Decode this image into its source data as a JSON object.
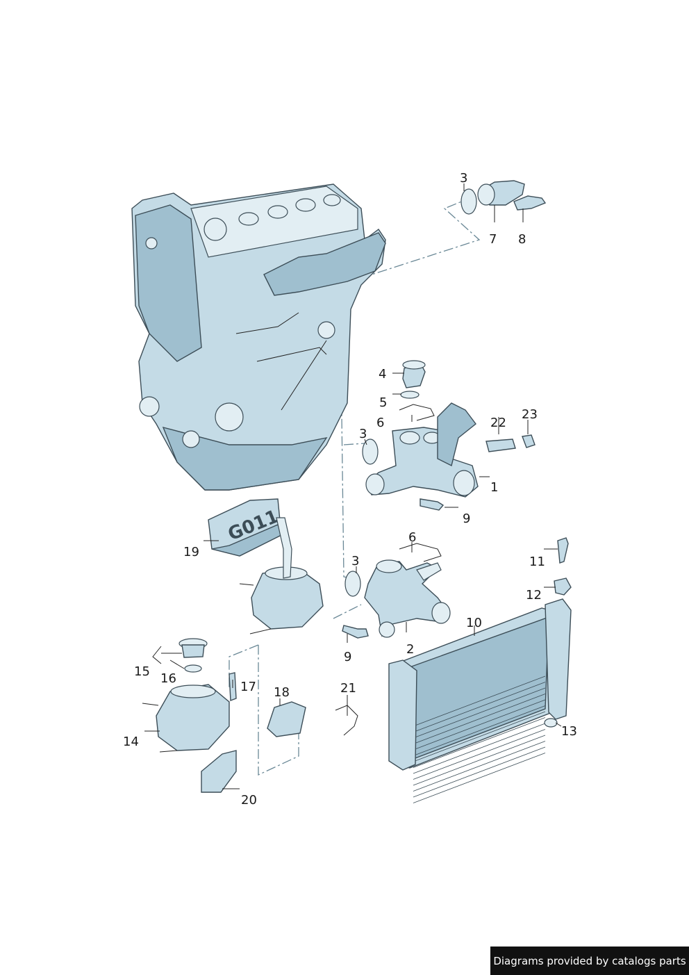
{
  "callouts": [
    {
      "id": "c1",
      "text": "1"
    },
    {
      "id": "c2",
      "text": "2"
    },
    {
      "id": "c3a",
      "text": "3"
    },
    {
      "id": "c3b",
      "text": "3"
    },
    {
      "id": "c3c",
      "text": "3"
    },
    {
      "id": "c4",
      "text": "4"
    },
    {
      "id": "c5",
      "text": "5"
    },
    {
      "id": "c6a",
      "text": "6"
    },
    {
      "id": "c6b",
      "text": "6"
    },
    {
      "id": "c7",
      "text": "7"
    },
    {
      "id": "c8",
      "text": "8"
    },
    {
      "id": "c9a",
      "text": "9"
    },
    {
      "id": "c9b",
      "text": "9"
    },
    {
      "id": "c10",
      "text": "10"
    },
    {
      "id": "c11",
      "text": "11"
    },
    {
      "id": "c12",
      "text": "12"
    },
    {
      "id": "c13",
      "text": "13"
    },
    {
      "id": "c14",
      "text": "14"
    },
    {
      "id": "c15",
      "text": "15"
    },
    {
      "id": "c16",
      "text": "16"
    },
    {
      "id": "c17",
      "text": "17"
    },
    {
      "id": "c18",
      "text": "18"
    },
    {
      "id": "c19",
      "text": "19"
    },
    {
      "id": "c20",
      "text": "20"
    },
    {
      "id": "c21",
      "text": "21"
    },
    {
      "id": "c22",
      "text": "22"
    },
    {
      "id": "c23",
      "text": "23"
    }
  ],
  "canister_label": "G011",
  "credit": "Diagrams provided by catalogs parts",
  "colors": {
    "part_fill": "#c4dbe6",
    "part_shadow": "#9fbfcf",
    "outline": "#3c4d57",
    "credit_bg": "#111111"
  }
}
